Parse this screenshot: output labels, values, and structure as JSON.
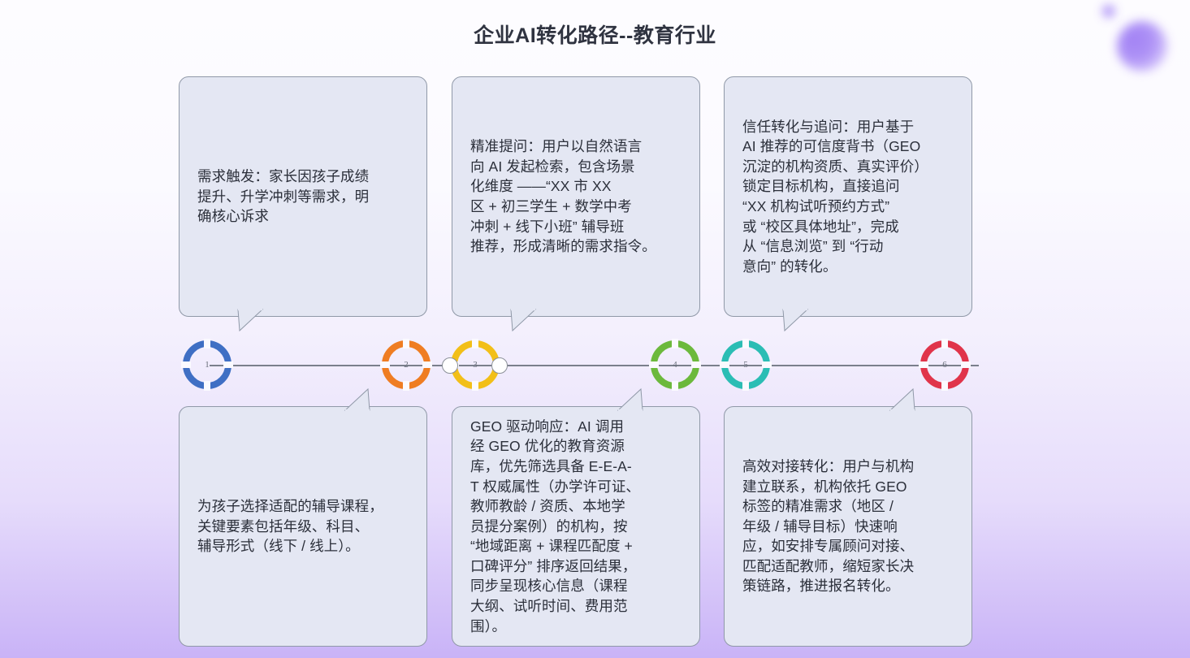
{
  "page": {
    "title": "企业AI转化路径--教育行业",
    "background_top_color": "#fdfcff",
    "background_bottom_color": "#c9b3f7",
    "card_fill": "#e4e7f3",
    "card_border": "#9099a8",
    "timeline_line_color": "#7a7f8c"
  },
  "decoration": {
    "blob_large": "purple-blob-large",
    "blob_small": "purple-blob-small",
    "blob_color": "#9a78f4"
  },
  "steps": [
    {
      "number": "1",
      "color": "#3f6fc4",
      "position": "top",
      "text": "需求触发：家长因孩子成绩\n提升、升学冲刺等需求，明\n确核心诉求"
    },
    {
      "number": "2",
      "color": "#ef7d22",
      "position": "bottom",
      "text": " 为孩子选择适配的辅导课程，\n关键要素包括年级、科目、\n辅导形式（线下 / 线上）。"
    },
    {
      "number": "3",
      "color": "#f2bf18",
      "position": "top",
      "text": "精准提问：用户以自然语言\n向 AI 发起检索，包含场景\n化维度 ——“XX 市 XX\n区 + 初三学生 + 数学中考\n冲刺 + 线下小班” 辅导班\n推荐，形成清晰的需求指令。"
    },
    {
      "number": "4",
      "color": "#6cb93c",
      "position": "bottom",
      "text": "GEO 驱动响应：AI 调用\n经 GEO 优化的教育资源\n库，优先筛选具备 E-E-A-\nT 权威属性（办学许可证、\n教师教龄 / 资质、本地学\n员提分案例）的机构，按\n“地域距离 + 课程匹配度 +\n口碑评分” 排序返回结果，\n同步呈现核心信息（课程\n大纲、试听时间、费用范\n围）。"
    },
    {
      "number": "5",
      "color": "#2bbdb4",
      "position": "top",
      "text": "信任转化与追问：用户基于\nAI 推荐的可信度背书（GEO\n沉淀的机构资质、真实评价）\n锁定目标机构，直接追问\n “XX 机构试听预约方式”\n或 “校区具体地址”，完成\n从 “信息浏览” 到 “行动\n意向” 的转化。"
    },
    {
      "number": "6",
      "color": "#e0344a",
      "position": "bottom",
      "text": "高效对接转化：用户与机构\n建立联系，机构依托 GEO\n标签的精准需求（地区 /\n年级 / 辅导目标）快速响\n应，如安排专属顾问对接、\n匹配适配教师，缩短家长决\n策链路，推进报名转化。"
    }
  ],
  "cards": {
    "top": [
      {
        "id": "card-1",
        "step_number": "1"
      },
      {
        "id": "card-3",
        "step_number": "3"
      },
      {
        "id": "card-5",
        "step_number": "5"
      }
    ],
    "bottom": [
      {
        "id": "card-2",
        "step_number": "2"
      },
      {
        "id": "card-4",
        "step_number": "4"
      },
      {
        "id": "card-6",
        "step_number": "6"
      }
    ]
  }
}
